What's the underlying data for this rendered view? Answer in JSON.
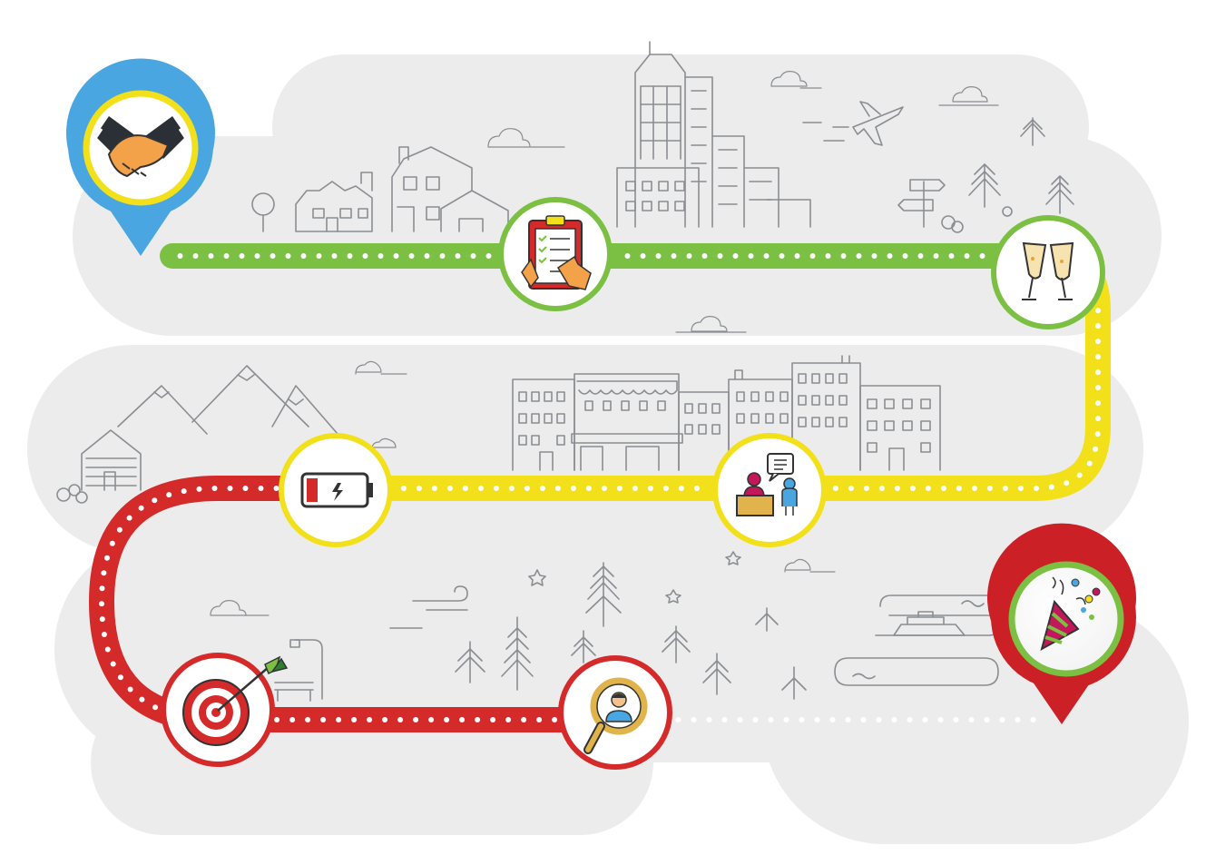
{
  "colors": {
    "background": "#ffffff",
    "blob": "#ececed",
    "line_art": "#8a8d91",
    "track_green": "#7bc043",
    "track_yellow": "#f2e01a",
    "track_red": "#d42a2a",
    "start_pin": "#4aa6e0",
    "end_pin": "#cc2027",
    "dot": "#ffffff"
  },
  "track": {
    "segments": [
      {
        "name": "green",
        "color": "#7bc043"
      },
      {
        "name": "yellow",
        "color": "#f2e01a"
      },
      {
        "name": "red",
        "color": "#d42a2a"
      },
      {
        "name": "gradient",
        "from": "#d42a2a",
        "via": "#f2e01a",
        "to": "#7bc043"
      }
    ]
  },
  "milestones": [
    {
      "id": "start",
      "kind": "pin",
      "icon": "handshake-icon",
      "ring": "#f2e01a",
      "pin_color": "#4aa6e0"
    },
    {
      "id": "checklist",
      "kind": "circle",
      "icon": "clipboard-checklist-icon",
      "ring": "#7bc043"
    },
    {
      "id": "celebrate",
      "kind": "circle",
      "icon": "champagne-glasses-icon",
      "ring": "#7bc043"
    },
    {
      "id": "reception",
      "kind": "circle",
      "icon": "reception-desk-icon",
      "ring": "#f2e01a"
    },
    {
      "id": "battery",
      "kind": "circle",
      "icon": "low-battery-icon",
      "ring": "#f2e01a"
    },
    {
      "id": "target",
      "kind": "circle",
      "icon": "target-dart-icon",
      "ring": "#d42a2a"
    },
    {
      "id": "search",
      "kind": "circle",
      "icon": "magnifier-person-icon",
      "ring": "#d42a2a"
    },
    {
      "id": "finish",
      "kind": "pin",
      "icon": "party-popper-icon",
      "ring": "#7bc043",
      "pin_color": "#cc2027"
    }
  ],
  "scenery": [
    "houses",
    "skyscraper",
    "airplane",
    "signpost",
    "pine-trees",
    "city-block",
    "mountains",
    "cabin",
    "forest",
    "street-lamp",
    "bench",
    "boat",
    "clouds"
  ]
}
